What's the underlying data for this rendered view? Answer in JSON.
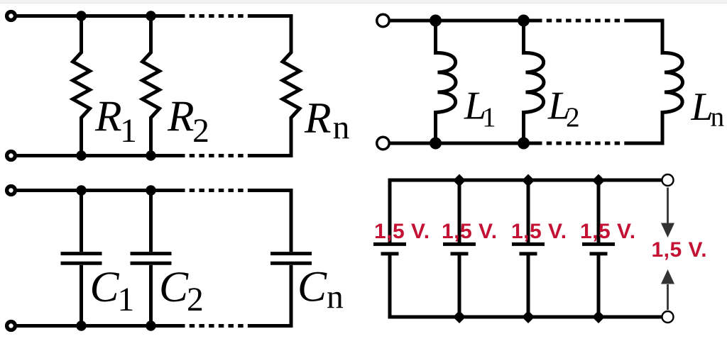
{
  "figure": {
    "title": "parallel-circuits-schematics",
    "background": "#ffffff",
    "ink_color": "#000000",
    "red_color": "#c41235",
    "arrow_color": "#333333"
  },
  "resistor_circuit": {
    "labels": [
      {
        "main": "R",
        "sub": "1"
      },
      {
        "main": "R",
        "sub": "2"
      },
      {
        "main": "R",
        "sub": "n"
      }
    ]
  },
  "inductor_circuit": {
    "labels": [
      {
        "main": "L",
        "sub": "1"
      },
      {
        "main": "L",
        "sub": "2"
      },
      {
        "main": "L",
        "sub": "n"
      }
    ]
  },
  "capacitor_circuit": {
    "labels": [
      {
        "main": "C",
        "sub": "1"
      },
      {
        "main": "C",
        "sub": "2"
      },
      {
        "main": "C",
        "sub": "n"
      }
    ]
  },
  "battery_circuit": {
    "cell_labels": [
      "1,5 V.",
      "1,5 V.",
      "1,5 V.",
      "1,5 V."
    ],
    "output_label": "1,5 V."
  }
}
